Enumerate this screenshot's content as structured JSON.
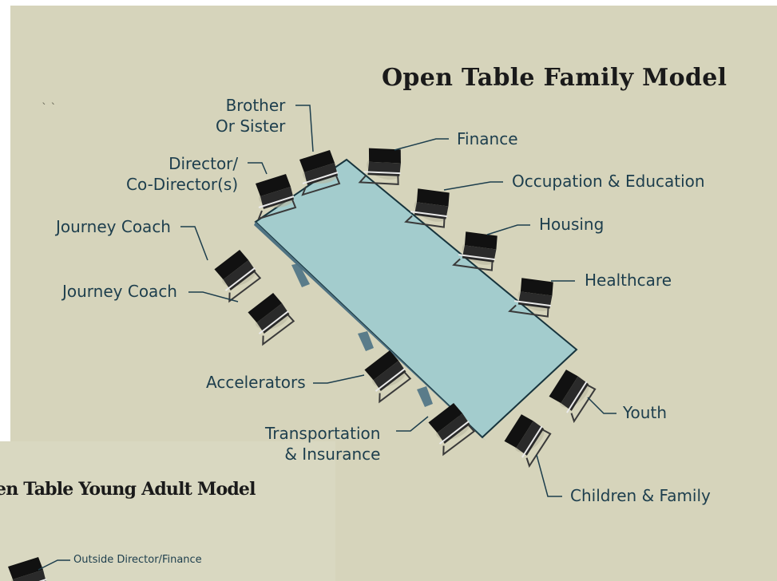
{
  "main_title": "Open Table Family Model",
  "young_title": "en Table Young Adult Model",
  "stray_mark": "` `",
  "labels": {
    "brother_sister": "Brother\nOr Sister",
    "director": "Director/\nCo-Director(s)",
    "journey_coach_1": "Journey Coach",
    "journey_coach_2": "Journey Coach",
    "accelerators": "Accelerators",
    "transportation": "Transportation\n& Insurance",
    "finance": "Finance",
    "occupation": "Occupation & Education",
    "housing": "Housing",
    "healthcare": "Healthcare",
    "youth": "Youth",
    "children_family": "Children & Family",
    "outside_director": "Outside Director/Finance"
  },
  "colors": {
    "background": "#d6d4bb",
    "table_top": "#a3cccd",
    "label_text": "#1d3e4d",
    "chair": "#1a1a1a"
  }
}
